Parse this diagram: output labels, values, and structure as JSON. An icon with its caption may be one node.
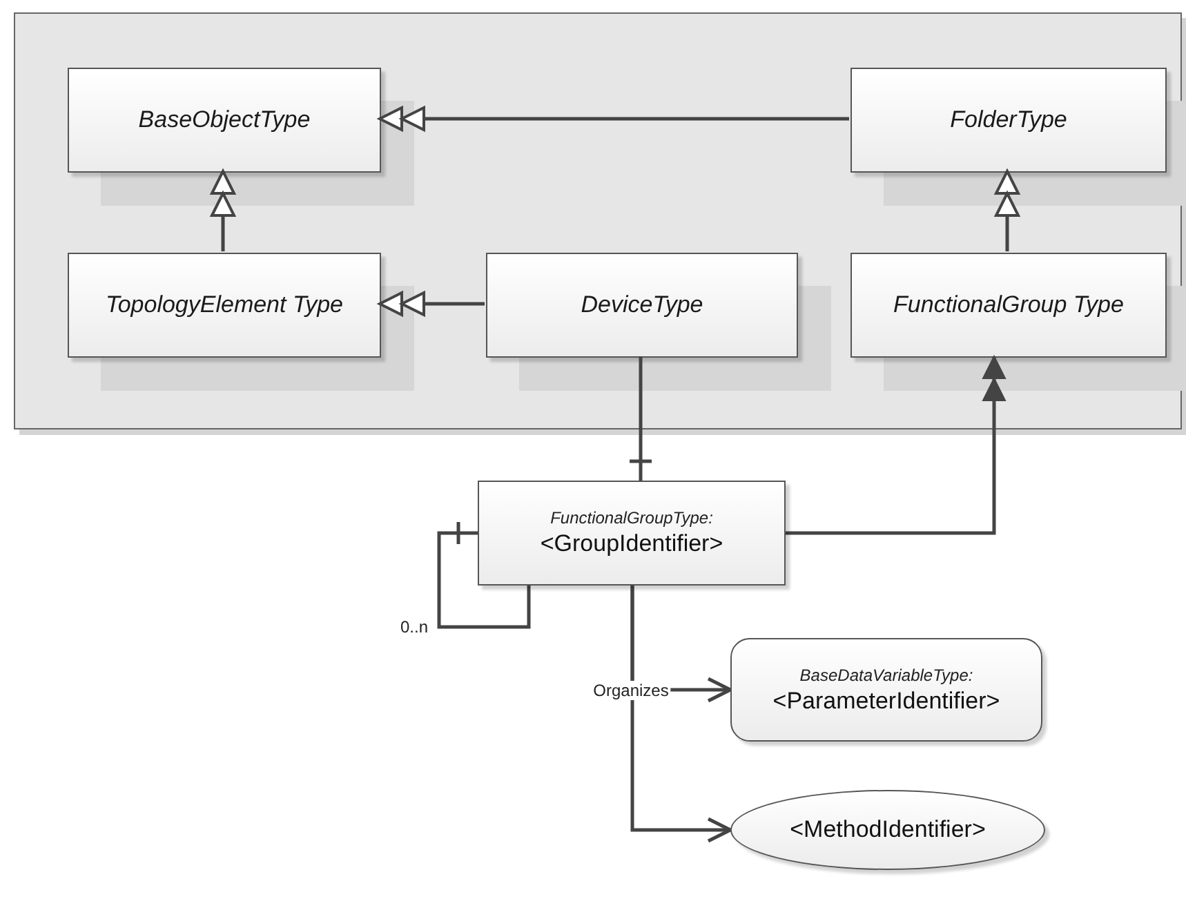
{
  "diagram": {
    "nodes": [
      {
        "text": [],
        "shape": "box"
      },
      {
        "text": [
          "BaseObjectType"
        ],
        "in": 0
      },
      {
        "text": [
          "FolderType"
        ],
        "in": 0
      },
      {
        "text": [
          "TopologyElement Type"
        ],
        "in": 0
      },
      {
        "text": [
          "DeviceType"
        ],
        "in": 0
      },
      {
        "text": [
          "FunctionalGroup Type"
        ],
        "in": 0
      },
      {
        "text": [
          "FunctionalGroupType:",
          "<GroupIdentifier>"
        ]
      },
      {
        "text": [
          "BaseDataVariableType:",
          "<ParameterIdentifier>"
        ]
      },
      {
        "text": [
          "<MethodIdentifier>"
        ]
      }
    ],
    "edges": [
      {
        "from": 2,
        "to": 1,
        "arrow": "to"
      },
      {
        "from": 3,
        "to": 1,
        "arrow": "to"
      },
      {
        "from": 5,
        "to": 2,
        "arrow": "to"
      },
      {
        "from": 4,
        "to": 3,
        "arrow": "to"
      },
      {
        "from": 6,
        "to": 5,
        "arrow": "to"
      },
      {
        "from": 4,
        "to": 6,
        "arrow": "other"
      },
      {
        "from": 6,
        "to": 6,
        "arrow": "other",
        "label": "0..n"
      },
      {
        "from": 6,
        "to": 7,
        "arrow": "to",
        "label": "Organizes"
      },
      {
        "from": 6,
        "to": 8,
        "arrow": "to"
      }
    ]
  }
}
